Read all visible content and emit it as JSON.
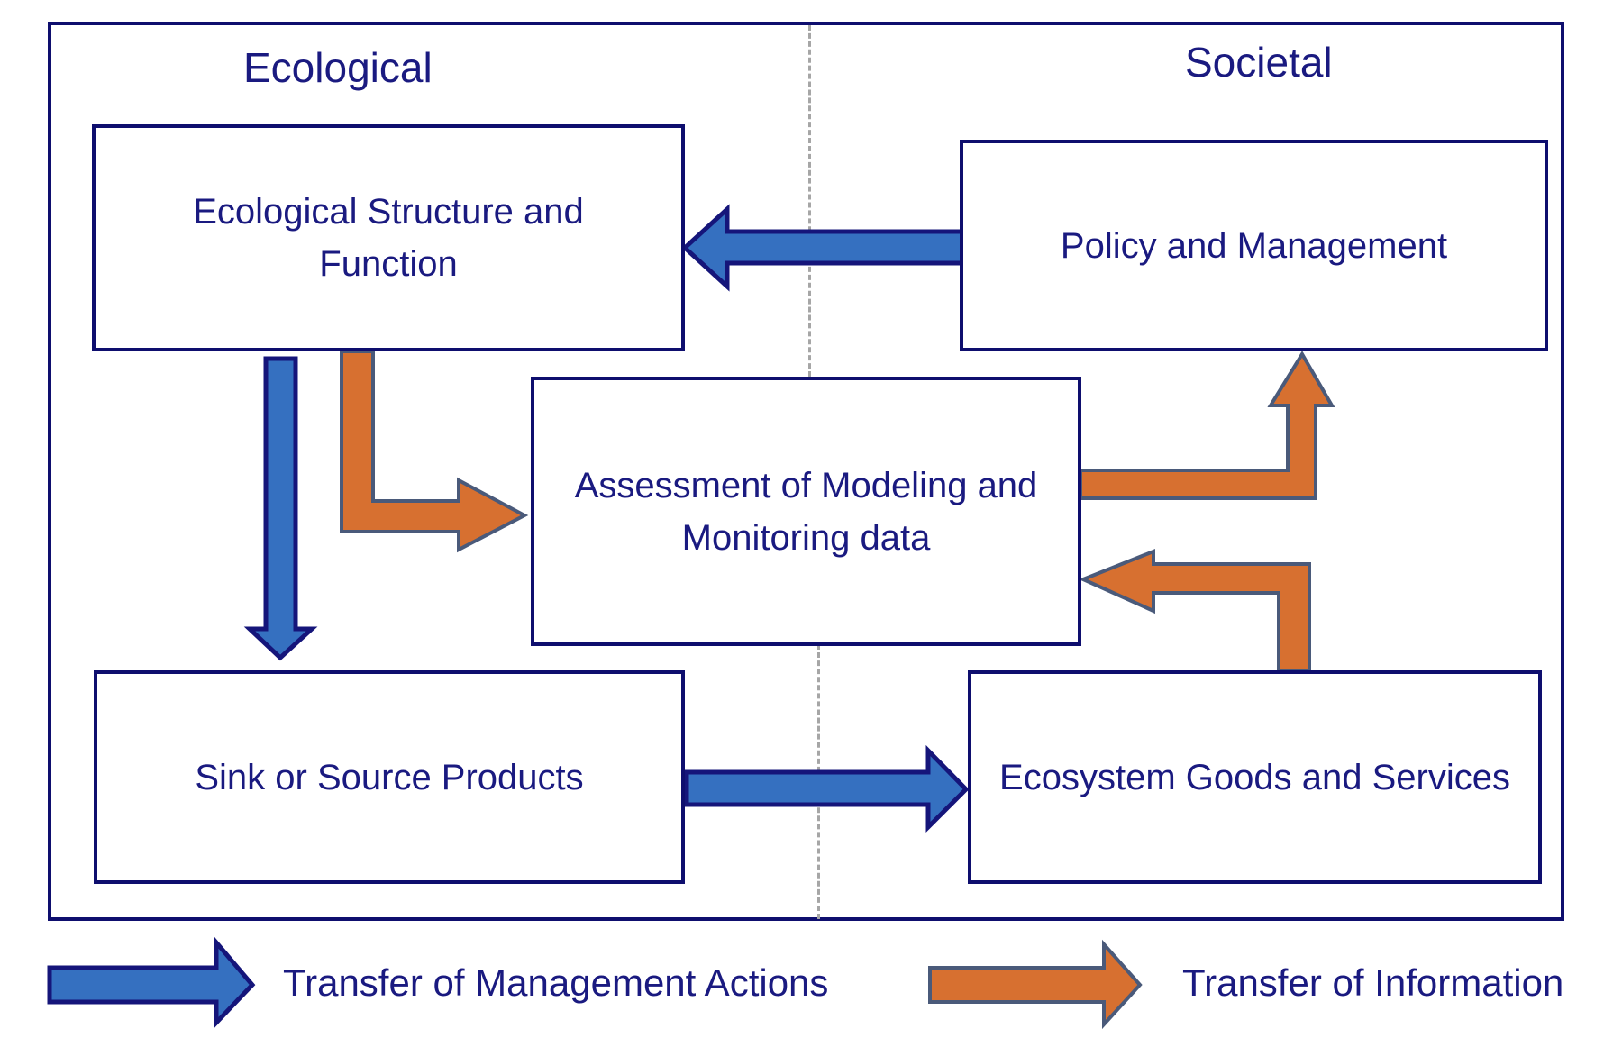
{
  "sections": {
    "left_label": "Ecological",
    "right_label": "Societal"
  },
  "boxes": {
    "structure_function": "Ecological Structure and Function",
    "policy_management": "Policy and Management",
    "assessment": "Assessment of Modeling and Monitoring data",
    "sink_source": "Sink or Source Products",
    "goods_services": "Ecosystem Goods and Services"
  },
  "legend": {
    "management": "Transfer of Management Actions",
    "information": "Transfer of Information"
  },
  "colors": {
    "management_fill": "#3570c0",
    "management_stroke": "#15157a",
    "information_fill": "#d77030",
    "information_stroke": "#4a5a7a",
    "border": "#0e0e6e",
    "text": "#1a1a80"
  }
}
